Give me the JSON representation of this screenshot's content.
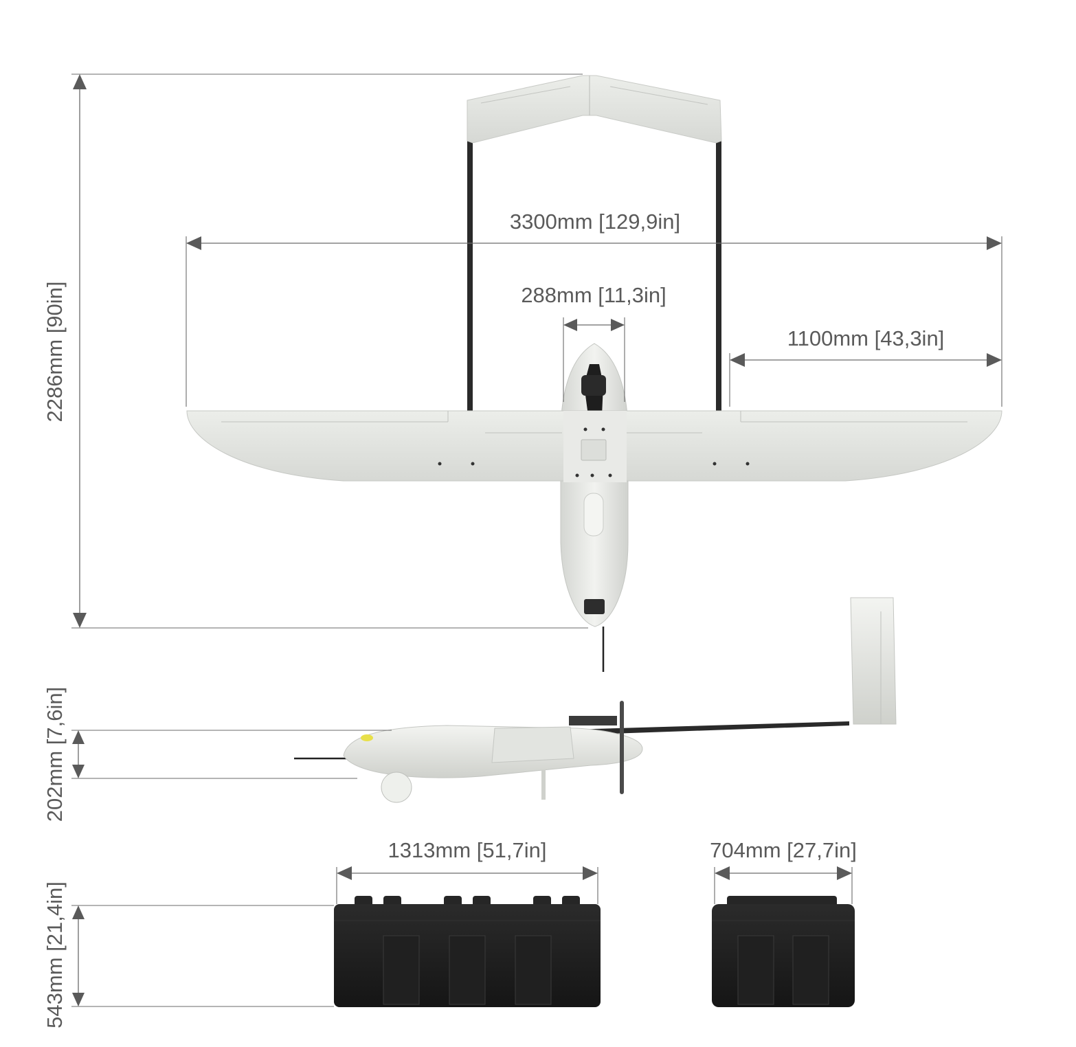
{
  "dimensions": {
    "total_length": "2286mm [90in]",
    "wingspan": "3300mm [129,9in]",
    "fuselage_width": "288mm [11,3in]",
    "outer_wing_section": "1100mm [43,3in]",
    "fuselage_height": "202mm [7,6in]",
    "large_case_length": "1313mm [51,7in]",
    "small_case_length": "704mm [27,7in]",
    "case_height": "543mm [21,4in]"
  },
  "colors": {
    "airframe": "#e6e7e4",
    "airframe_shade": "#cfd1cd",
    "boom": "#2a2a2a",
    "case": "#1c1c1c",
    "dimension_line": "#6a6a6a",
    "dimension_text": "#5a5a5a"
  }
}
